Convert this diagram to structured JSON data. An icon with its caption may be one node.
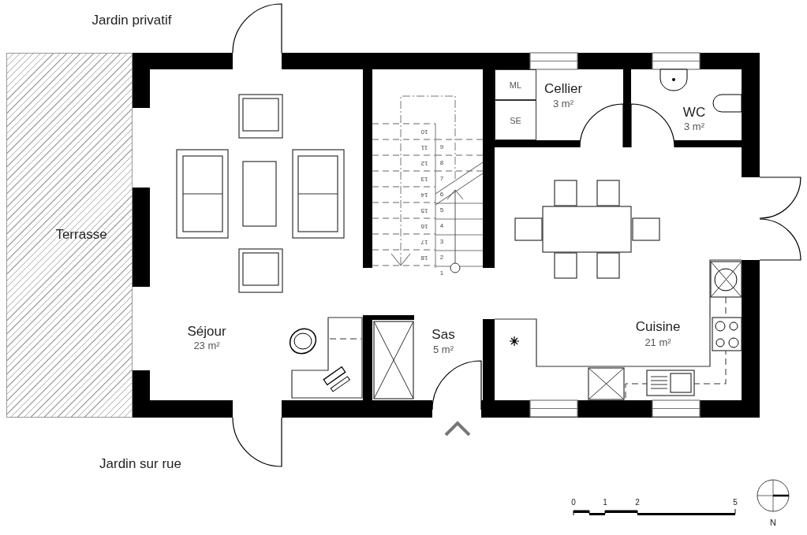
{
  "diagram": {
    "nodes": [
      {
        "text": [
          "Terrasse"
        ]
      },
      {
        "text": [
          "Séjour",
          "23 m²"
        ]
      },
      {
        "text": [
          "Sas",
          "5 m²"
        ]
      },
      {
        "text": [
          "Cellier",
          "3 m²"
        ]
      },
      {
        "text": [
          "ML"
        ],
        "in": 3
      },
      {
        "text": [
          "SE"
        ],
        "in": 3
      },
      {
        "text": [
          "WC",
          "3 m²"
        ]
      },
      {
        "text": [
          "Cuisine",
          "21 m²"
        ]
      }
    ],
    "edges": [],
    "labels": [
      "Jardin privatif",
      "10",
      "9",
      "11",
      "8",
      "12",
      "7",
      "13",
      "6",
      "14",
      "5",
      "15",
      "4",
      "16",
      "3",
      "17",
      "2",
      "18",
      "1",
      "Jardin sur rue",
      "0",
      "1",
      "2",
      "5",
      "N"
    ]
  }
}
